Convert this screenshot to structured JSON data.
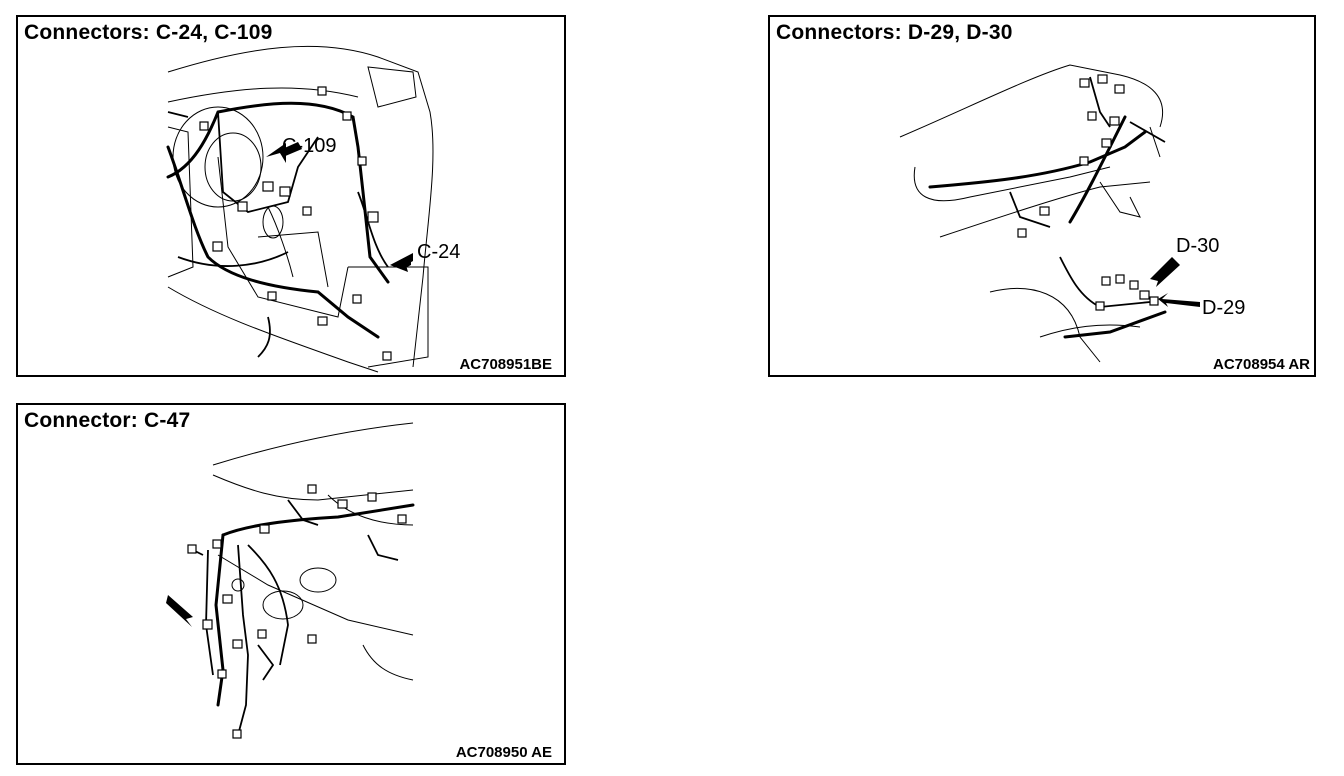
{
  "panels": [
    {
      "title": "Connectors: C-24, C-109",
      "code": "AC708951BE",
      "callouts": [
        "C-109",
        "C-24"
      ]
    },
    {
      "title": "Connectors: D-29, D-30",
      "code": "AC708954 AR",
      "callouts": [
        "D-30",
        "D-29"
      ]
    },
    {
      "title": "Connector: C-47",
      "code": "AC708950 AE",
      "callouts": []
    }
  ]
}
